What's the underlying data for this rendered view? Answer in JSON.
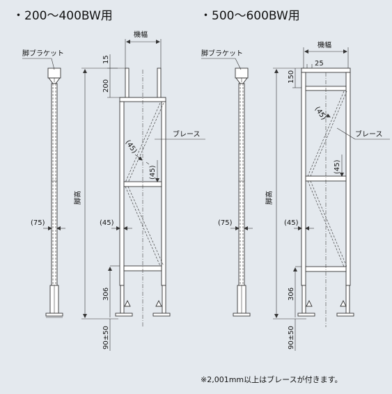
{
  "titles": {
    "left": "・200～400BW用",
    "right": "・500～600BW用"
  },
  "labels": {
    "bracket": "脚ブラケット",
    "width": "機幅",
    "brace": "ブレース",
    "leg_height": "脚高"
  },
  "dims": {
    "d15": "15",
    "d200": "200",
    "d150": "150",
    "d25": "25",
    "d45_paren": "(45)",
    "d75_paren": "(75)",
    "d306": "306",
    "d90": "90±50"
  },
  "footnote": "※2,001mm以上はブレースが付きます。"
}
